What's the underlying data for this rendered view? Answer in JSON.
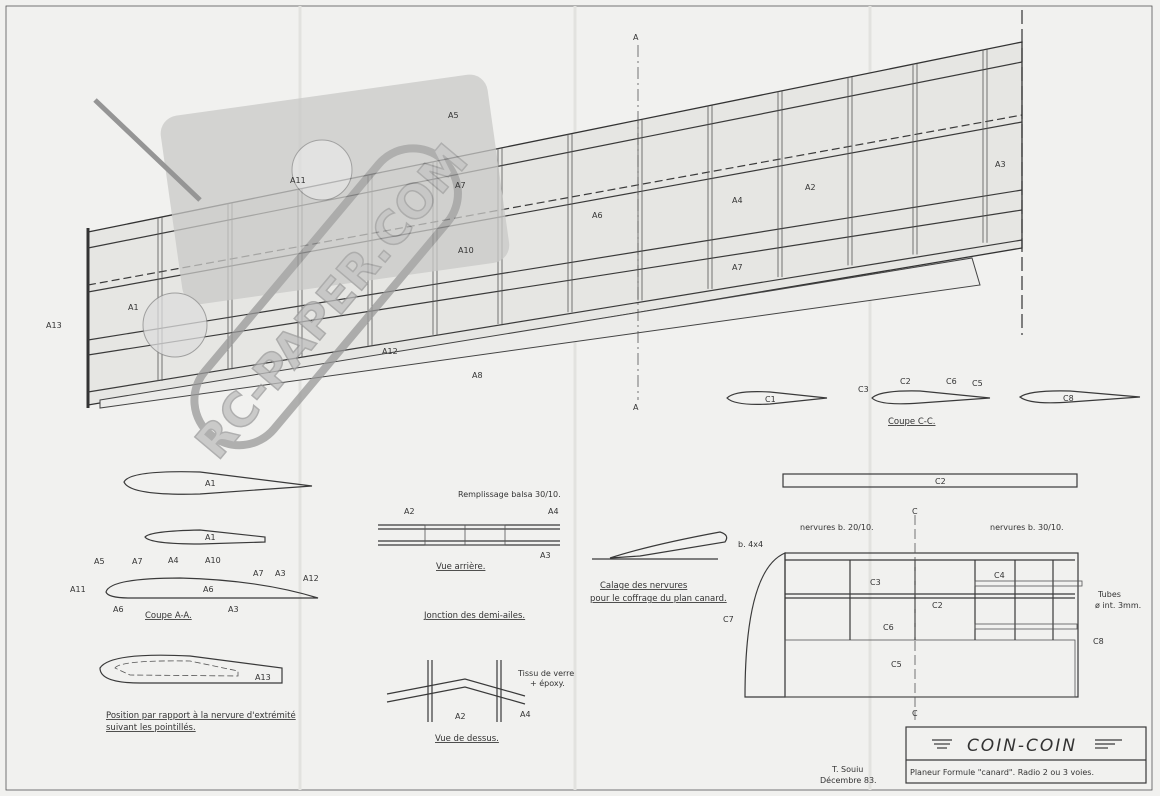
{
  "watermark": "RC-PAPER.COM",
  "wing_labels": {
    "a1": "A1",
    "a2": "A2",
    "a3": "A3",
    "a4": "A4",
    "a5": "A5",
    "a6": "A6",
    "a7": "A7",
    "a7b": "A7",
    "a8": "A8",
    "a10": "A10",
    "a11": "A11",
    "a12": "A12",
    "a13": "A13",
    "section_a_top": "A",
    "section_a_bottom": "A"
  },
  "parts": {
    "a1_rib": "A1",
    "a1_small": "A1",
    "a13": "A13",
    "c1": "C1",
    "c2": "C2",
    "c3": "C3",
    "c4": "C4",
    "c5": "C5",
    "c6": "C6",
    "c7": "C7",
    "c8": "C8",
    "c3b": "C3",
    "c2b": "C2",
    "c6b": "C6",
    "c4b": "C4",
    "c5b": "C5",
    "c8b": "C8",
    "section_c_top": "C",
    "section_c_bottom": "C"
  },
  "coupe_aa": {
    "caption": "Coupe A-A.",
    "labels": [
      "A5",
      "A7",
      "A4",
      "A10",
      "A7",
      "A3",
      "A12",
      "A11",
      "A6",
      "A6",
      "A3"
    ]
  },
  "coupe_cc": {
    "caption": "Coupe C-C."
  },
  "vue_arriere": {
    "caption": "Vue arrière.",
    "note": "Remplissage balsa 30/10.",
    "labels": [
      "A2",
      "A4",
      "A3"
    ]
  },
  "jonction": {
    "caption": "Jonction des demi-ailes."
  },
  "vue_dessus": {
    "caption": "Vue de dessus.",
    "note_line1": "Tissu de verre",
    "note_line2": "+ époxy.",
    "labels": [
      "A2",
      "A4"
    ]
  },
  "position_note": {
    "line1": "Position par rapport à la nervure d'extrémité",
    "line2": "suivant les pointillés."
  },
  "calage": {
    "line1": "Calage des nervures",
    "line2": "pour le coffrage du plan canard.",
    "note": "b. 4x4"
  },
  "canard": {
    "note_left": "nervures b. 20/10.",
    "note_right": "nervures b. 30/10.",
    "tubes_line1": "Tubes",
    "tubes_line2": "ø int. 3mm."
  },
  "title_block": {
    "title": "COIN-COIN",
    "subtitle": "Planeur Formule \"canard\". Radio 2 ou 3 voies.",
    "author": "T. Souiu",
    "date": "Décembre 83."
  }
}
